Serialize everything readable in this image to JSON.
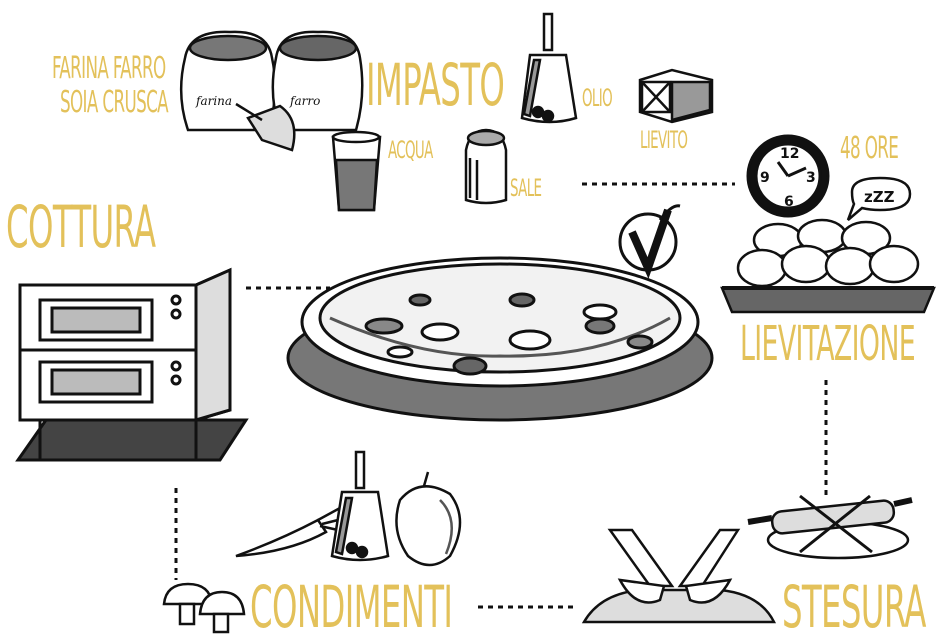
{
  "stages": {
    "impasto": "IMPASTO",
    "cottura": "COTTURA",
    "lievitazione": "LIEVITAZIONE",
    "condimenti": "CONDIMENTI",
    "stesura": "STESURA"
  },
  "ingredients": {
    "flours_line1": "FARINA FARRO",
    "flours_line2": "SOIA CRUSCA",
    "sack1_label": "farina",
    "sack2_label": "farro",
    "acqua": "ACQUA",
    "sale": "SALE",
    "olio": "OLIO",
    "lievito": "LIEVITO"
  },
  "rising_time": "48 ORE",
  "sleep_text": "zZZ",
  "colors": {
    "accent": "#e3c15a",
    "ink": "#111111"
  }
}
